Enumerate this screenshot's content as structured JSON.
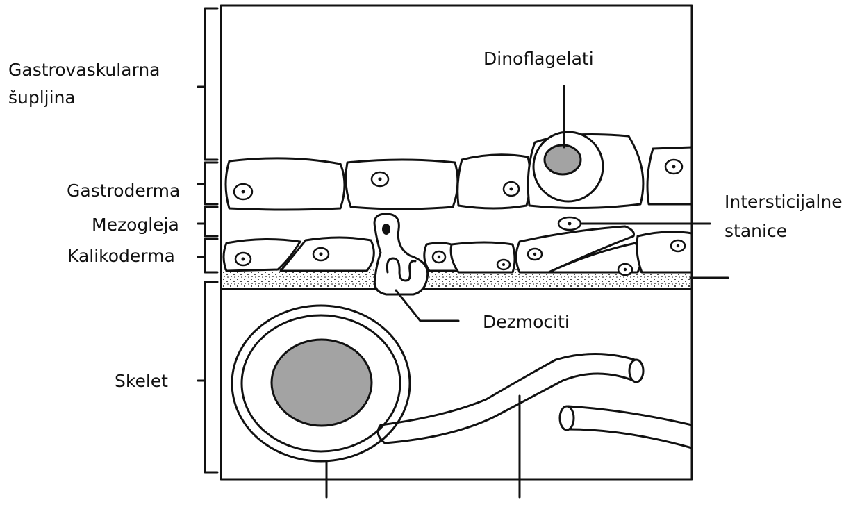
{
  "labels": {
    "gastrovascular_1": "Gastrovaskularna",
    "gastrovascular_2": "šupljina",
    "gastroderm": "Gastroderma",
    "mesoglea": "Mezogleja",
    "calicoderm": "Kalikoderma",
    "skeleton": "Skelet",
    "dinoflagellates": "Dinoflagelati",
    "interstitial_1": "Intersticijalne",
    "interstitial_2": "stanice",
    "desmocytes": "Dezmociti"
  },
  "colors": {
    "line": "#111111",
    "gray_fill": "#a3a3a3",
    "background": "#ffffff"
  }
}
